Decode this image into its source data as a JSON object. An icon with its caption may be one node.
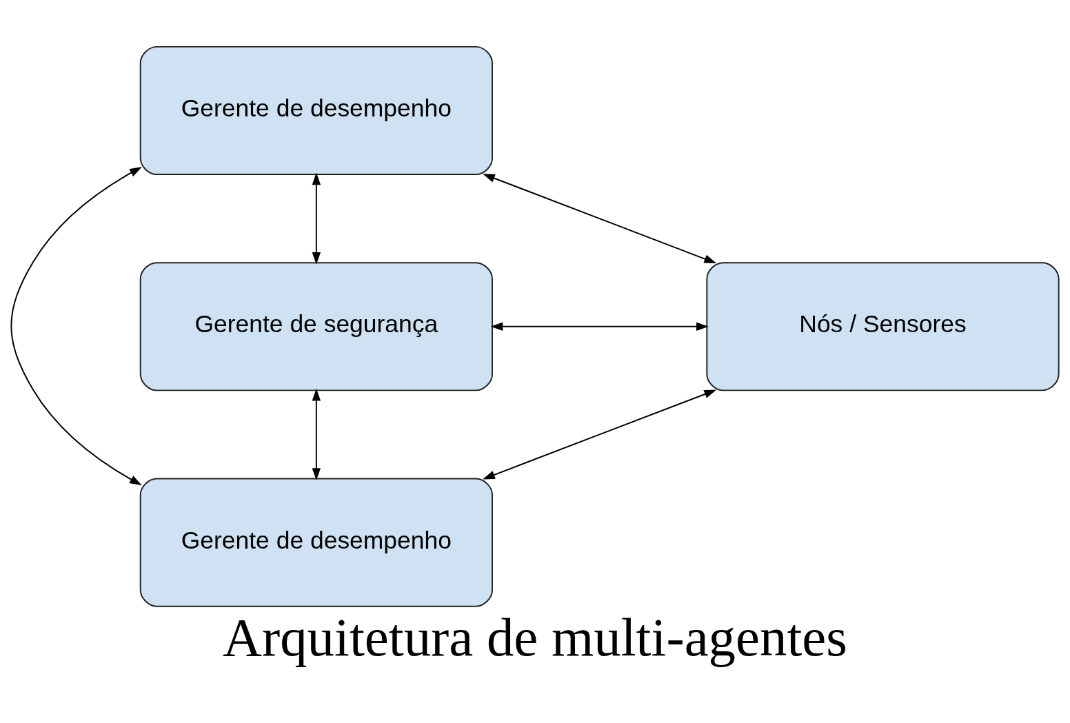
{
  "diagram": {
    "title": "Arquitetura de multi-agentes",
    "nodes": [
      {
        "text": [
          "Gerente de desempenho"
        ]
      },
      {
        "text": [
          "Nós / Sensores"
        ]
      },
      {
        "text": [
          "Gerente de segurança"
        ]
      },
      {
        "text": [
          "Gerente de desempenho"
        ]
      }
    ],
    "edges": [
      {
        "from": 0,
        "to": 1,
        "arrow": "both"
      },
      {
        "from": 0,
        "to": 2,
        "arrow": "both"
      },
      {
        "from": 1,
        "to": 2,
        "arrow": "both"
      },
      {
        "from": 2,
        "to": 3,
        "arrow": "both"
      },
      {
        "from": 1,
        "to": 3,
        "arrow": "both"
      },
      {
        "from": 0,
        "to": 3,
        "arrow": "both"
      }
    ]
  }
}
